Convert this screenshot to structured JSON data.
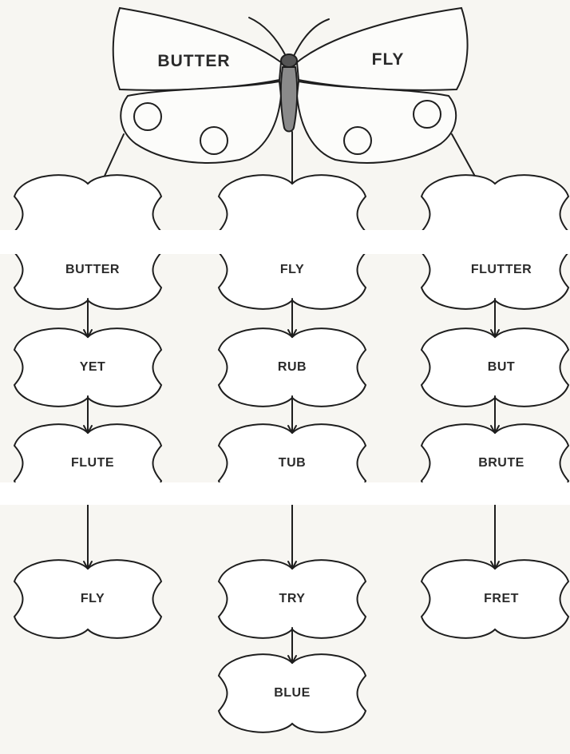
{
  "butterfly": {
    "left_wing": "BUTTER",
    "right_wing": "FLY"
  },
  "columns": [
    {
      "words": [
        "BUTTER",
        "YET",
        "FLUTE",
        "FLY"
      ]
    },
    {
      "words": [
        "FLY",
        "RUB",
        "TUB",
        "TRY",
        "BLUE"
      ]
    },
    {
      "words": [
        "FLUTTER",
        "BUT",
        "BRUTE",
        "FRET"
      ]
    }
  ]
}
